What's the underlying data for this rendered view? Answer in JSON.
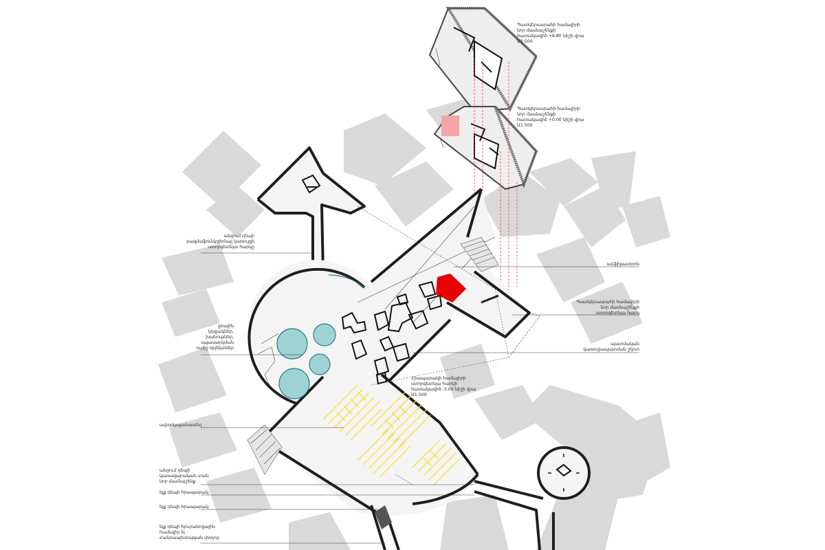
{
  "labels": {
    "l1": [
      "Պատկերասրահի համալիրի",
      "նոր մասնաշենքի",
      "հատակագիծ +6.80 նիշի վրա",
      "Մ1:500"
    ],
    "l2": [
      "Պատկերասրահի համալիրի",
      "նոր մասնաշենքի",
      "հատակագիծ +0.00 նիշի վրա",
      "Մ1:500"
    ],
    "l3": [
      "անցում դեպի",
      "բազմաֆունկցիոնալ կառույցի",
      "ստորգետնյա հարկը"
    ],
    "l4": [
      "ամֆիթատրոն"
    ],
    "l5": [
      "Պատկերասրահի համալիրի",
      "նոր մասնաշենքի",
      "ստորգետնյա հարկ"
    ],
    "l6": [
      "ջրային",
      "կղզյակներ,",
      "խանութներ,",
      "սպասարկման",
      "ուրիշ օբյեկտներ"
    ],
    "l7": [
      "պատմական",
      "կառուցապատման շերտ"
    ],
    "l8": [
      "Հրապարակի համալիրի",
      "ստորգետնյա հարկի",
      "հատակագիծ -5.00 նիշի վրա",
      "Մ1:500"
    ],
    "l9": [
      "ավտոկայանատեղ"
    ],
    "l10": [
      "անցում դեպի",
      "կառավարական տան",
      "նոր մասնաշենք"
    ],
    "l11": [
      "ելք դեպի հրապարակ"
    ],
    "l12": [
      "ելք դեպի հրապարակ"
    ],
    "l13": [
      "ելք դեպի հյուրանոցային",
      "համալիր եւ",
      "Հանրապետության փողոց"
    ]
  },
  "colors": {
    "accent_red": "#e60000",
    "pale_red": "#f4a6a6",
    "water": "#9fd3d3",
    "parking": "#f2e23a",
    "shadow": "#d9d9d9"
  },
  "icons": [
    "amphitheatre-icon",
    "elevator-icon",
    "stairs-icon"
  ]
}
